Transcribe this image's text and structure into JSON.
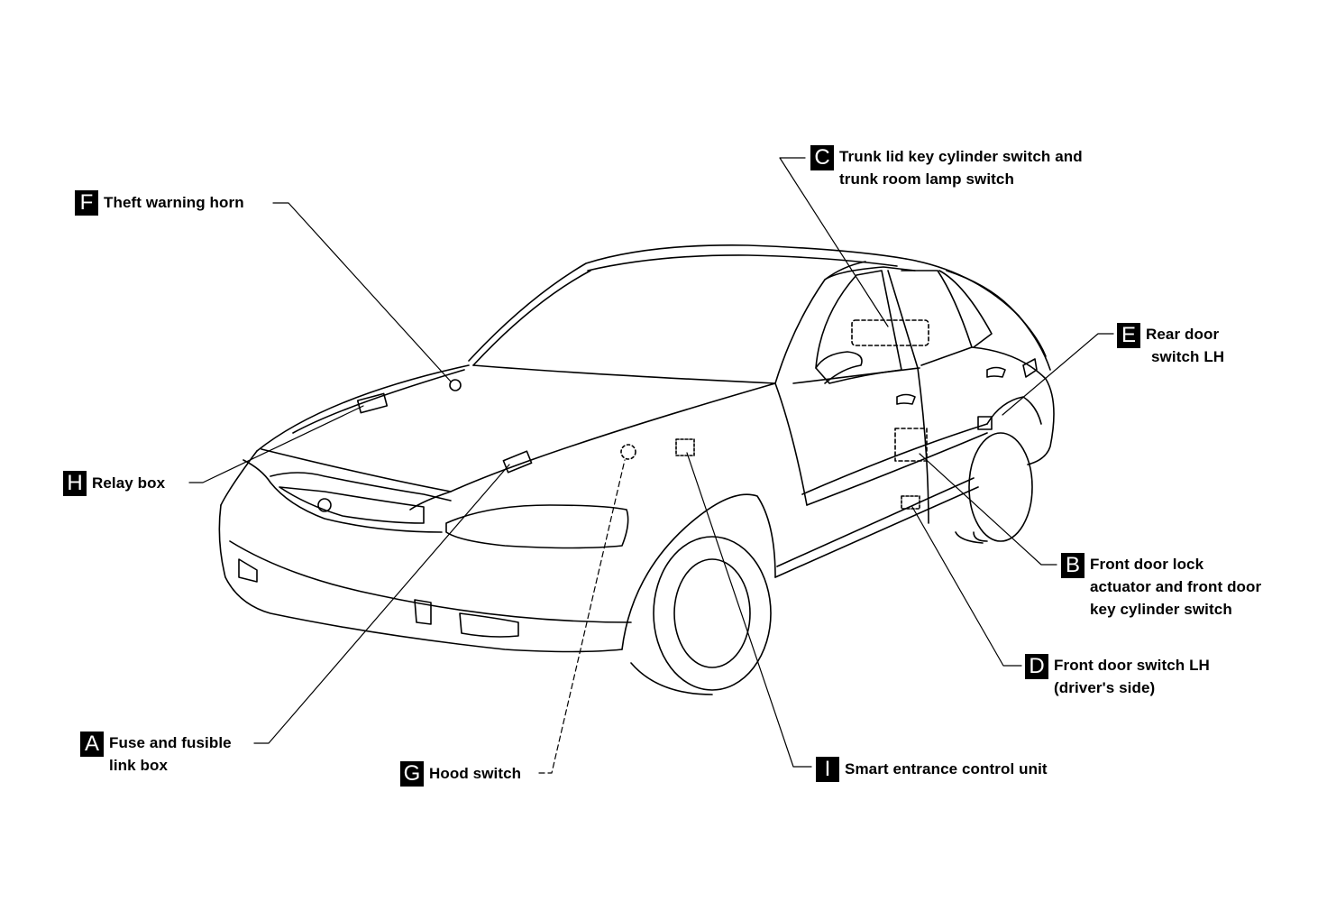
{
  "callouts": {
    "C": {
      "letter": "C",
      "lines": [
        "Trunk lid key cylinder switch and",
        "trunk room lamp switch"
      ]
    },
    "F": {
      "letter": "F",
      "lines": [
        "Theft warning horn"
      ]
    },
    "E": {
      "letter": "E",
      "lines": [
        "Rear door",
        "switch LH"
      ]
    },
    "H": {
      "letter": "H",
      "lines": [
        "Relay box"
      ]
    },
    "B": {
      "letter": "B",
      "lines": [
        "Front door lock",
        "actuator and front door",
        "key cylinder switch"
      ]
    },
    "D": {
      "letter": "D",
      "lines": [
        "Front door switch LH",
        "(driver's side)"
      ]
    },
    "A": {
      "letter": "A",
      "lines": [
        "Fuse and fusible",
        "link box"
      ]
    },
    "G": {
      "letter": "G",
      "lines": [
        "Hood switch"
      ]
    },
    "I": {
      "letter": "I",
      "lines": [
        "Smart entrance control unit"
      ]
    }
  },
  "colors": {
    "ink": "#000000",
    "background": "#ffffff"
  }
}
